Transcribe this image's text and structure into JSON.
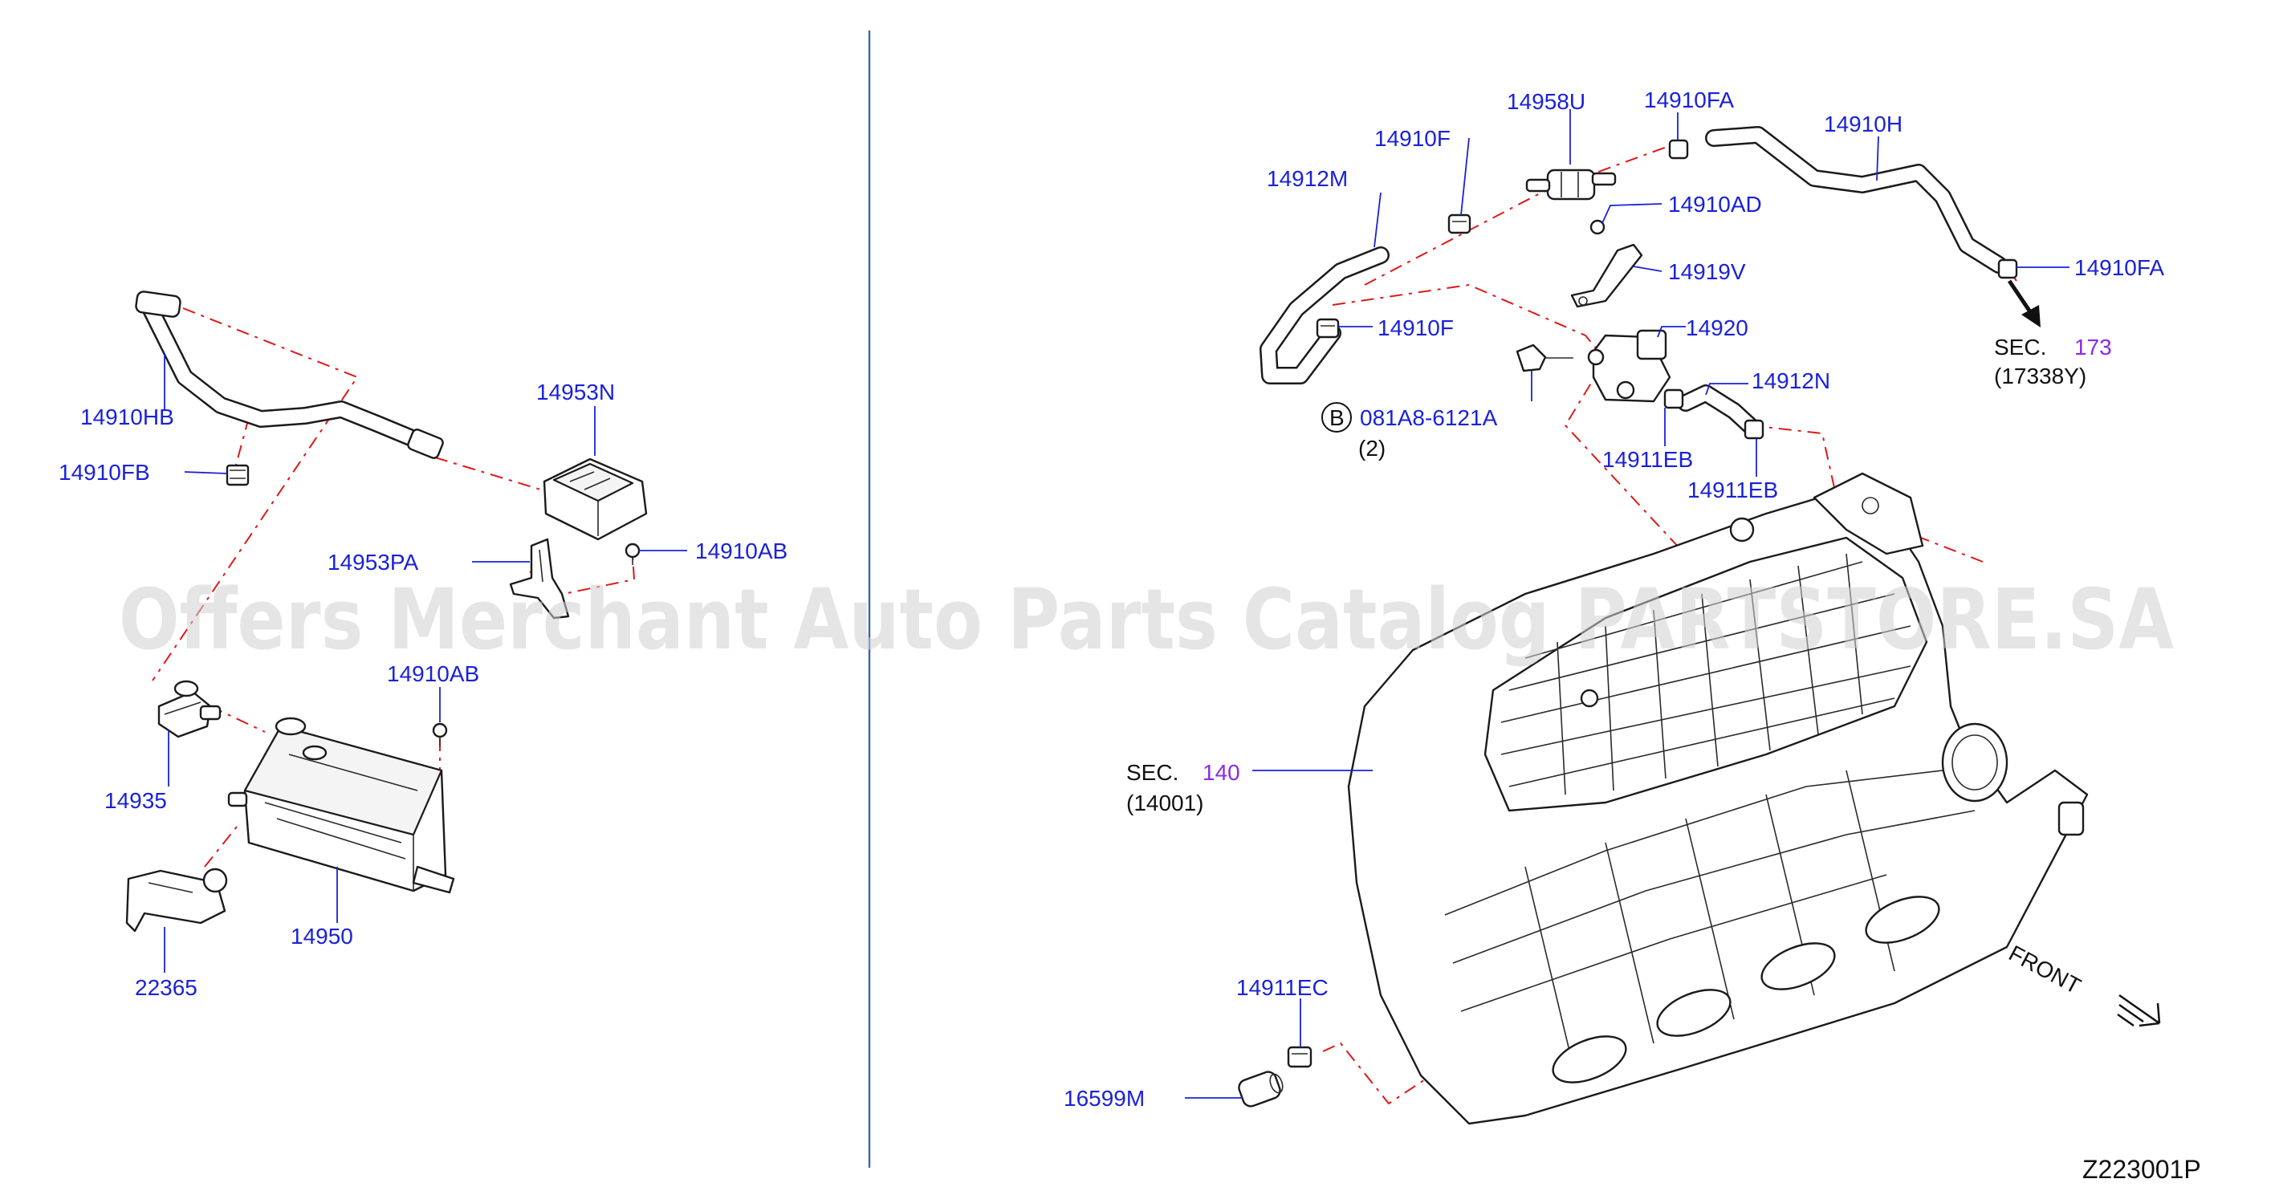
{
  "diagram": {
    "watermark": "Offers Merchant Auto Parts Catalog PARTSTORE.SA",
    "figure_code": "Z223001P",
    "front_label": "FRONT",
    "left_labels": {
      "hb": "14910HB",
      "fb": "14910FB",
      "n953": "14953N",
      "pa953": "14953PA",
      "ab1": "14910AB",
      "ab2": "14910AB",
      "p935": "14935",
      "p950": "14950",
      "p365": "22365"
    },
    "right_labels": {
      "u958": "14958U",
      "fa1": "14910FA",
      "h": "14910H",
      "f1": "14910F",
      "m": "14912M",
      "ad": "14910AD",
      "v": "14919V",
      "fa2": "14910FA",
      "f2": "14910F",
      "p920": "14920",
      "n": "14912N",
      "b_marker": "B",
      "bolt": "081A8-6121A",
      "bolt_qty": "(2)",
      "eb1": "14911EB",
      "eb2": "14911EB",
      "ec": "14911EC",
      "m599": "16599M"
    },
    "sec173": {
      "prefix": "SEC.",
      "number": "173",
      "sub": "(17338Y)"
    },
    "sec140": {
      "prefix": "SEC.",
      "number": "140",
      "sub": "(14001)"
    },
    "colors": {
      "part_number": "#1a22d8",
      "section_link": "#8a2be2",
      "reference_line": "#e01818",
      "divider": "#3a64b0"
    }
  }
}
